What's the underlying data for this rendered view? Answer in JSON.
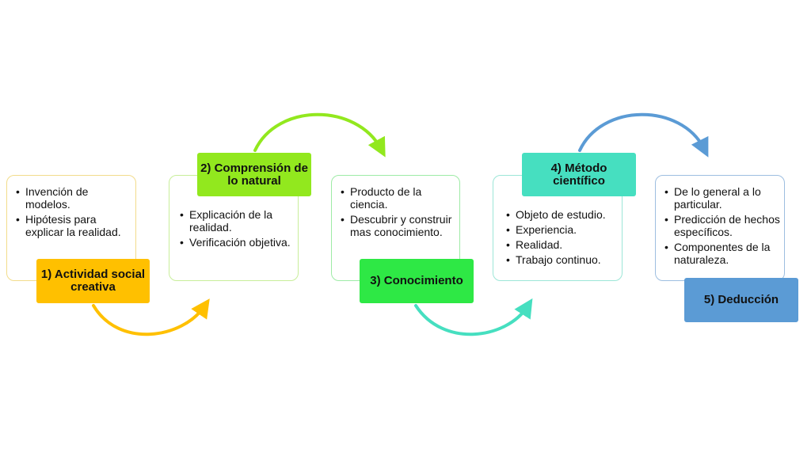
{
  "steps": [
    {
      "label": "1) Actividad social creativa",
      "color": "#FFC000",
      "border": "#F2DC8B",
      "items": [
        "Invención de modelos.",
        "Hipótesis para explicar la realidad."
      ]
    },
    {
      "label": "2) Comprensión de lo natural",
      "color": "#92E81E",
      "border": "#C8EE9A",
      "items": [
        "Explicación de la realidad.",
        "Verificación objetiva."
      ]
    },
    {
      "label": "3) Conocimiento",
      "color": "#2EE845",
      "border": "#9EEBA6",
      "items": [
        "Producto de la ciencia.",
        "Descubrir y construir mas conocimiento."
      ]
    },
    {
      "label": "4) Método científico",
      "color": "#46DFC0",
      "border": "#9CE6D7",
      "items": [
        "Objeto de estudio.",
        "Experiencia.",
        "Realidad.",
        "Trabajo continuo."
      ]
    },
    {
      "label": "5) Deducción",
      "color": "#5B9BD5",
      "border": "#9DBEE0",
      "items": [
        " De lo general a lo particular.",
        " Predicción de hechos específicos.",
        "Componentes de la naturaleza."
      ]
    }
  ],
  "arrow_colors": [
    "#FFC000",
    "#92E81E",
    "#46DFC0",
    "#5B9BD5"
  ]
}
